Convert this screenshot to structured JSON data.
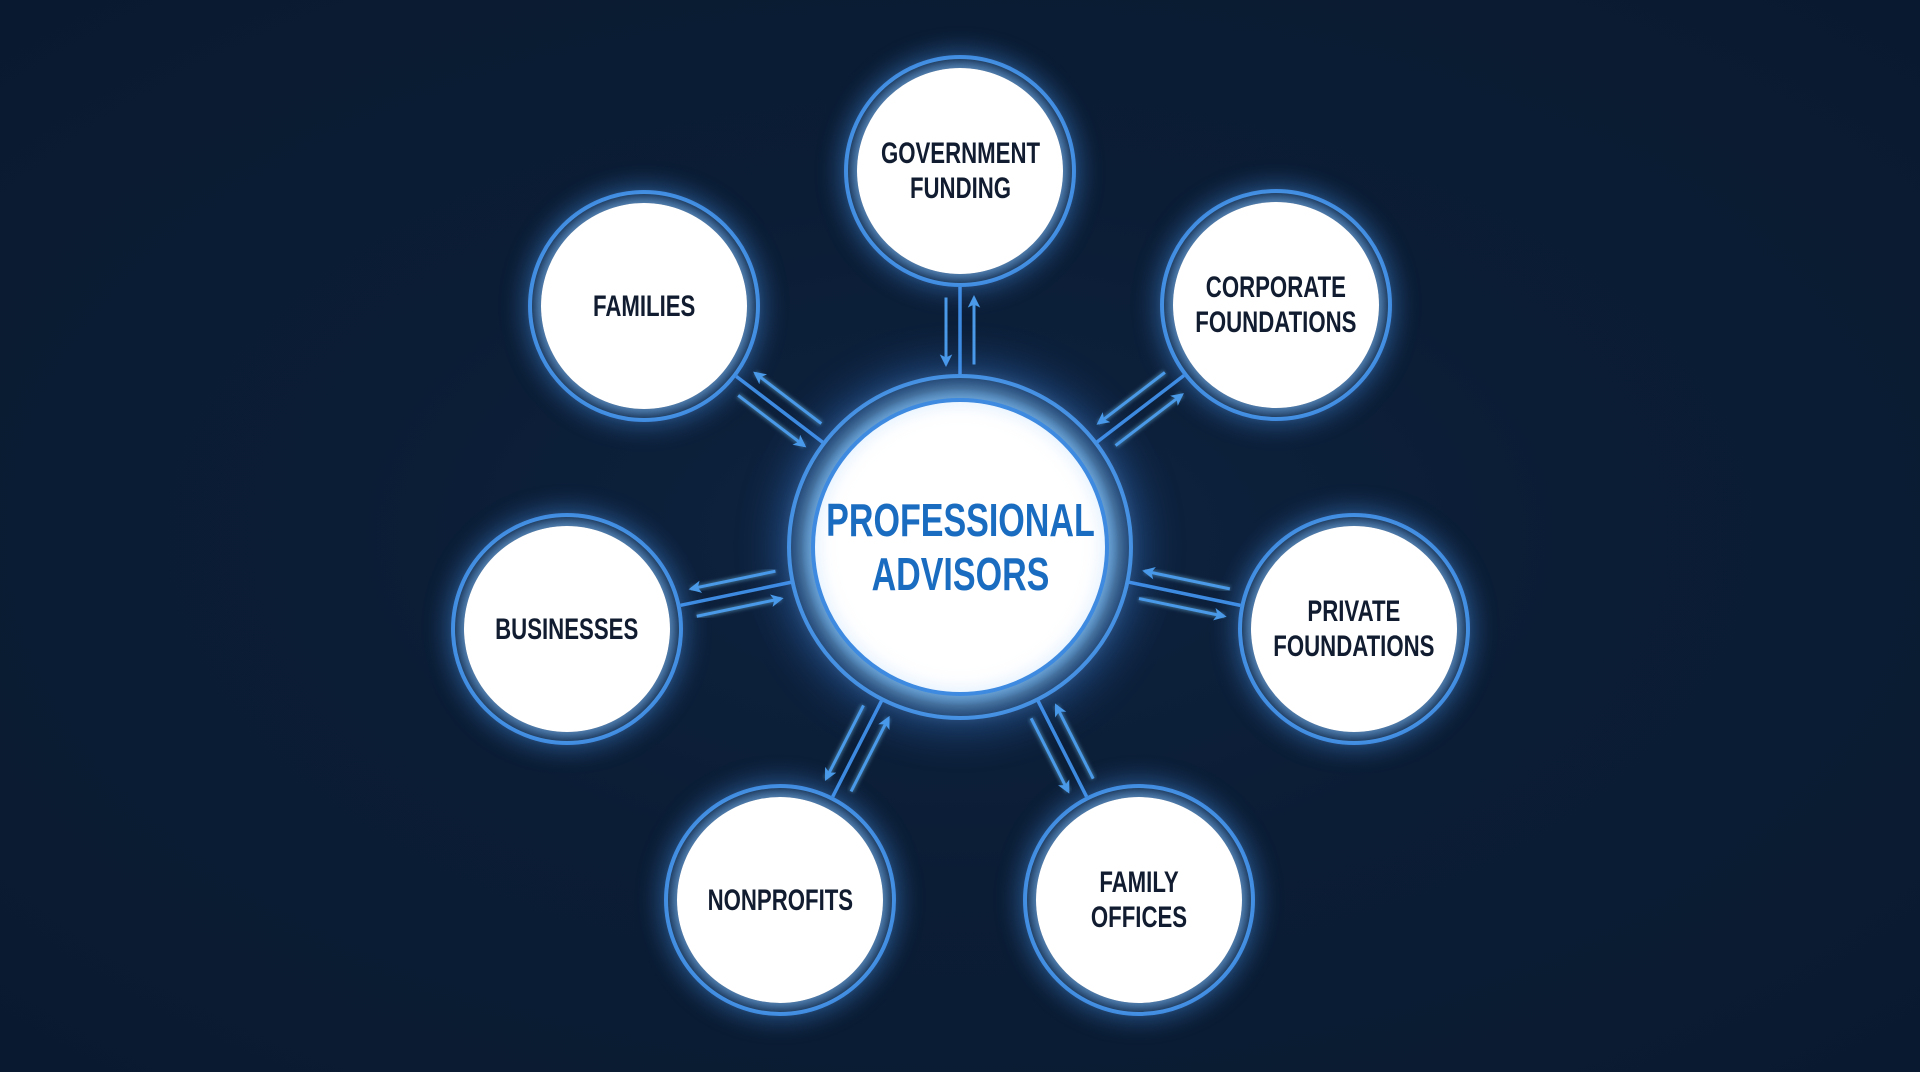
{
  "diagram": {
    "type": "hub-and-spoke",
    "colors": {
      "background": "#0b1d35",
      "ring": "#3d8ae0",
      "arrow": "#4a9ae8",
      "center_text": "#1a6cc0",
      "node_text": "#111c30",
      "node_fill": "#ffffff"
    },
    "center": {
      "label": "PROFESSIONAL\nADVISORS"
    },
    "nodes": [
      {
        "id": "government-funding",
        "label": "GOVERNMENT\nFUNDING"
      },
      {
        "id": "corporate-foundations",
        "label": "CORPORATE\nFOUNDATIONS"
      },
      {
        "id": "private-foundations",
        "label": "PRIVATE\nFOUNDATIONS"
      },
      {
        "id": "family-offices",
        "label": "FAMILY\nOFFICES"
      },
      {
        "id": "nonprofits",
        "label": "NONPROFITS"
      },
      {
        "id": "businesses",
        "label": "BUSINESSES"
      },
      {
        "id": "families",
        "label": "FAMILIES"
      }
    ],
    "connections": [
      {
        "from": "professional-advisors",
        "to": "government-funding",
        "direction": "bidirectional"
      },
      {
        "from": "professional-advisors",
        "to": "corporate-foundations",
        "direction": "bidirectional"
      },
      {
        "from": "professional-advisors",
        "to": "private-foundations",
        "direction": "bidirectional"
      },
      {
        "from": "professional-advisors",
        "to": "family-offices",
        "direction": "bidirectional"
      },
      {
        "from": "professional-advisors",
        "to": "nonprofits",
        "direction": "bidirectional"
      },
      {
        "from": "professional-advisors",
        "to": "businesses",
        "direction": "bidirectional"
      },
      {
        "from": "professional-advisors",
        "to": "families",
        "direction": "bidirectional"
      }
    ]
  }
}
